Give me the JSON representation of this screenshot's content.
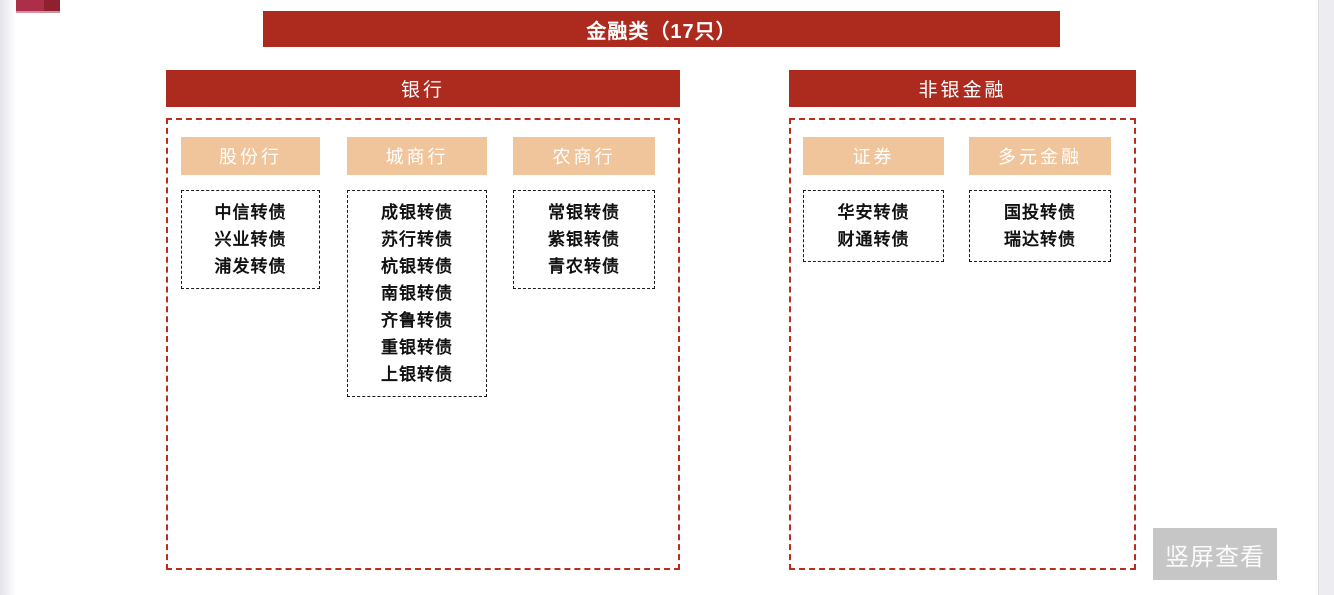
{
  "page": {
    "title_banner": "金融类（17只）",
    "portrait_button_label": "竖屏查看"
  },
  "colors": {
    "primary_red": "#AC2A1E",
    "dashed_border_red": "#B92C1F",
    "group_header_orange": "#F1C59C",
    "corner_crimson": "#AD2E48",
    "corner_maroon": "#8E2130",
    "portrait_button_gray": "#C6C6C6"
  },
  "sections": [
    {
      "title": "银行",
      "groups": [
        {
          "label": "股份行",
          "bonds": [
            "中信转债",
            "兴业转债",
            "浦发转债"
          ]
        },
        {
          "label": "城商行",
          "bonds": [
            "成银转债",
            "苏行转债",
            "杭银转债",
            "南银转债",
            "齐鲁转债",
            "重银转债",
            "上银转债"
          ]
        },
        {
          "label": "农商行",
          "bonds": [
            "常银转债",
            "紫银转债",
            "青农转债"
          ]
        }
      ]
    },
    {
      "title": "非银金融",
      "groups": [
        {
          "label": "证券",
          "bonds": [
            "华安转债",
            "财通转债"
          ]
        },
        {
          "label": "多元金融",
          "bonds": [
            "国投转债",
            "瑞达转债"
          ]
        }
      ]
    }
  ]
}
